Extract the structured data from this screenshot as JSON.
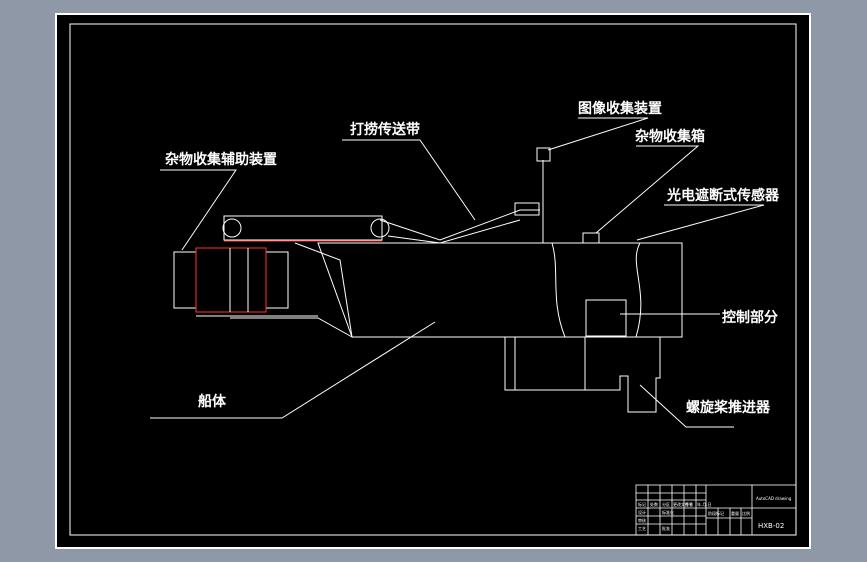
{
  "labels": {
    "impurity_aux": "杂物收集辅助装置",
    "fishing_belt": "打捞传送带",
    "image_device": "图像收集装置",
    "impurity_box": "杂物收集箱",
    "photo_sensor": "光电遮断式传感器",
    "control": "控制部分",
    "hull": "船体",
    "propeller": "螺旋桨推进器"
  },
  "title_block": {
    "drawing_no": "HXB-02",
    "header_text": "AutoCAD drawing",
    "cells": [
      "标记",
      "处数",
      "分区",
      "更改文件号",
      "签名",
      "年.月.日",
      "设计",
      "标准化",
      "审核",
      "工艺",
      "批准",
      "阶段标记",
      "重量",
      "比例"
    ]
  },
  "colors": {
    "background": "#8e98a6",
    "sheet": "#000000",
    "line": "#ffffff",
    "accent": "#ff3030"
  }
}
